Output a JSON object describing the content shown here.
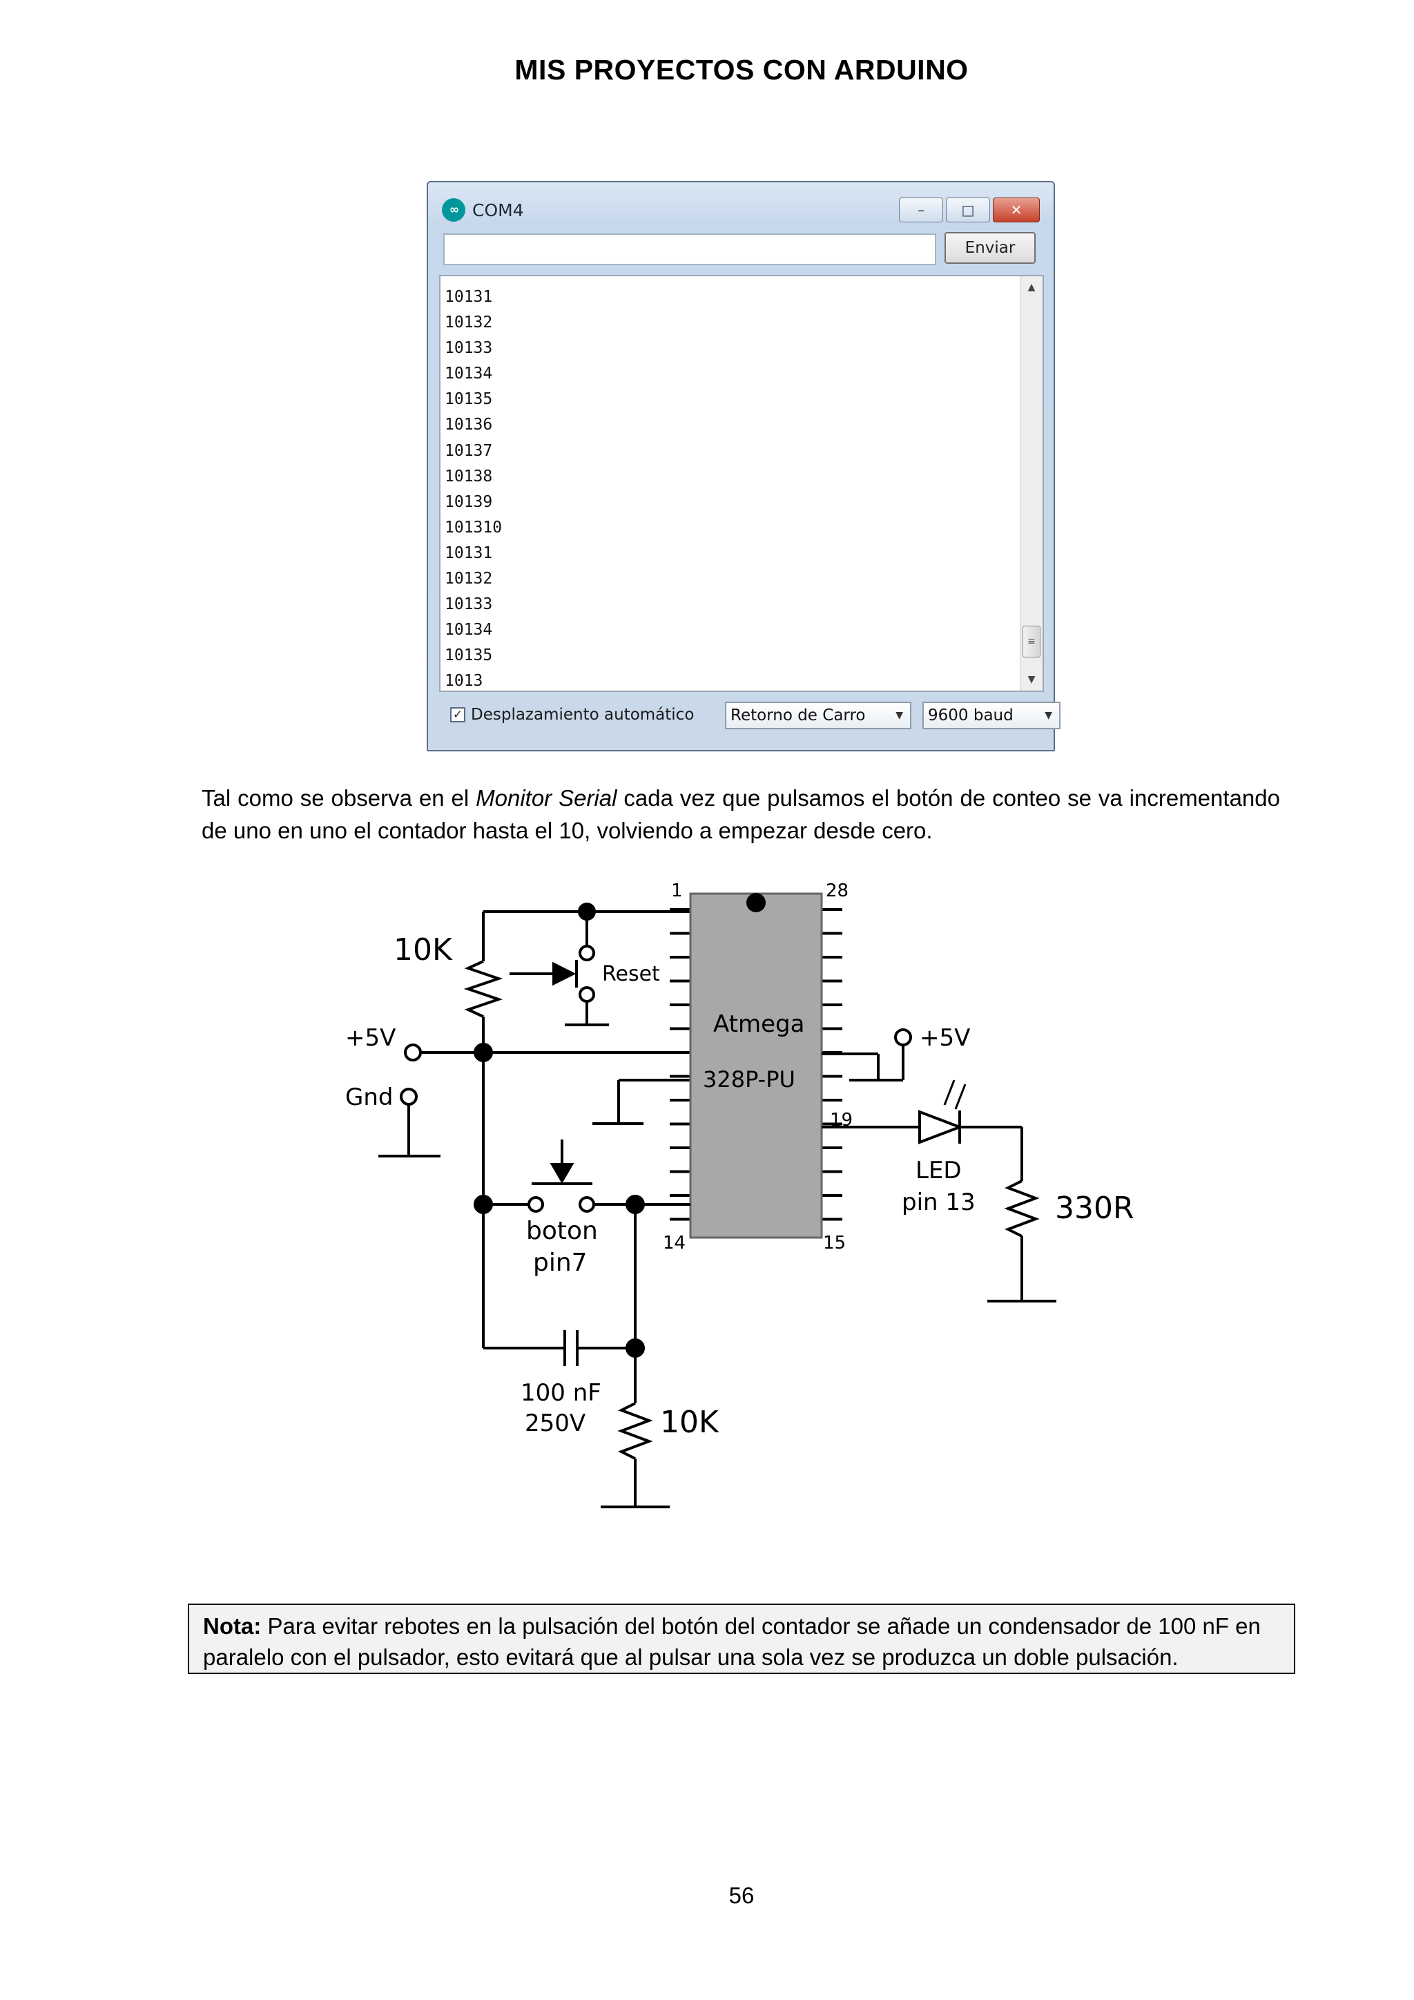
{
  "header": {
    "title": "MIS PROYECTOS CON ARDUINO"
  },
  "serial_monitor": {
    "window_title": "COM4",
    "title_controls": [
      "–",
      "□",
      "✕"
    ],
    "send_input_value": "",
    "send_button": "Enviar",
    "output_lines": [
      "10131",
      "10132",
      "10133",
      "10134",
      "10135",
      "10136",
      "10137",
      "10138",
      "10139",
      "101310",
      "10131",
      "10132",
      "10133",
      "10134",
      "10135",
      "1013"
    ],
    "autoscroll_label": "Desplazamiento automático",
    "autoscroll_checked": true,
    "line_ending": "Retorno de Carro",
    "baud_rate": "9600 baud"
  },
  "paragraph": {
    "before": "Tal como se observa en el ",
    "italic": "Monitor Serial",
    "after": " cada vez que pulsamos el botón de conteo se va incrementando de uno en uno el contador hasta el 10, volviendo a empezar desde cero."
  },
  "schematic": {
    "r_top": "10K",
    "reset": "Reset",
    "vcc": "+5V",
    "gnd": "Gnd",
    "chip_line1": "Atmega",
    "chip_line2": "328P-PU",
    "pin1": "1",
    "pin28": "28",
    "pin14": "14",
    "pin15": "15",
    "pin19": "19",
    "vcc_right": "+5V",
    "led_line1": "LED",
    "led_line2": "pin 13",
    "r_led": "330R",
    "button_line1": "boton",
    "button_line2": "pin7",
    "cap_line1": "100 nF",
    "cap_line2": "250V",
    "r_bottom": "10K"
  },
  "note": {
    "label": "Nota:",
    "text": " Para evitar rebotes en la pulsación del botón del contador se añade un condensador de 100 nF en paralelo con el pulsador, esto evitará que al pulsar una sola vez se produzca un doble pulsación."
  },
  "page_number": "56"
}
